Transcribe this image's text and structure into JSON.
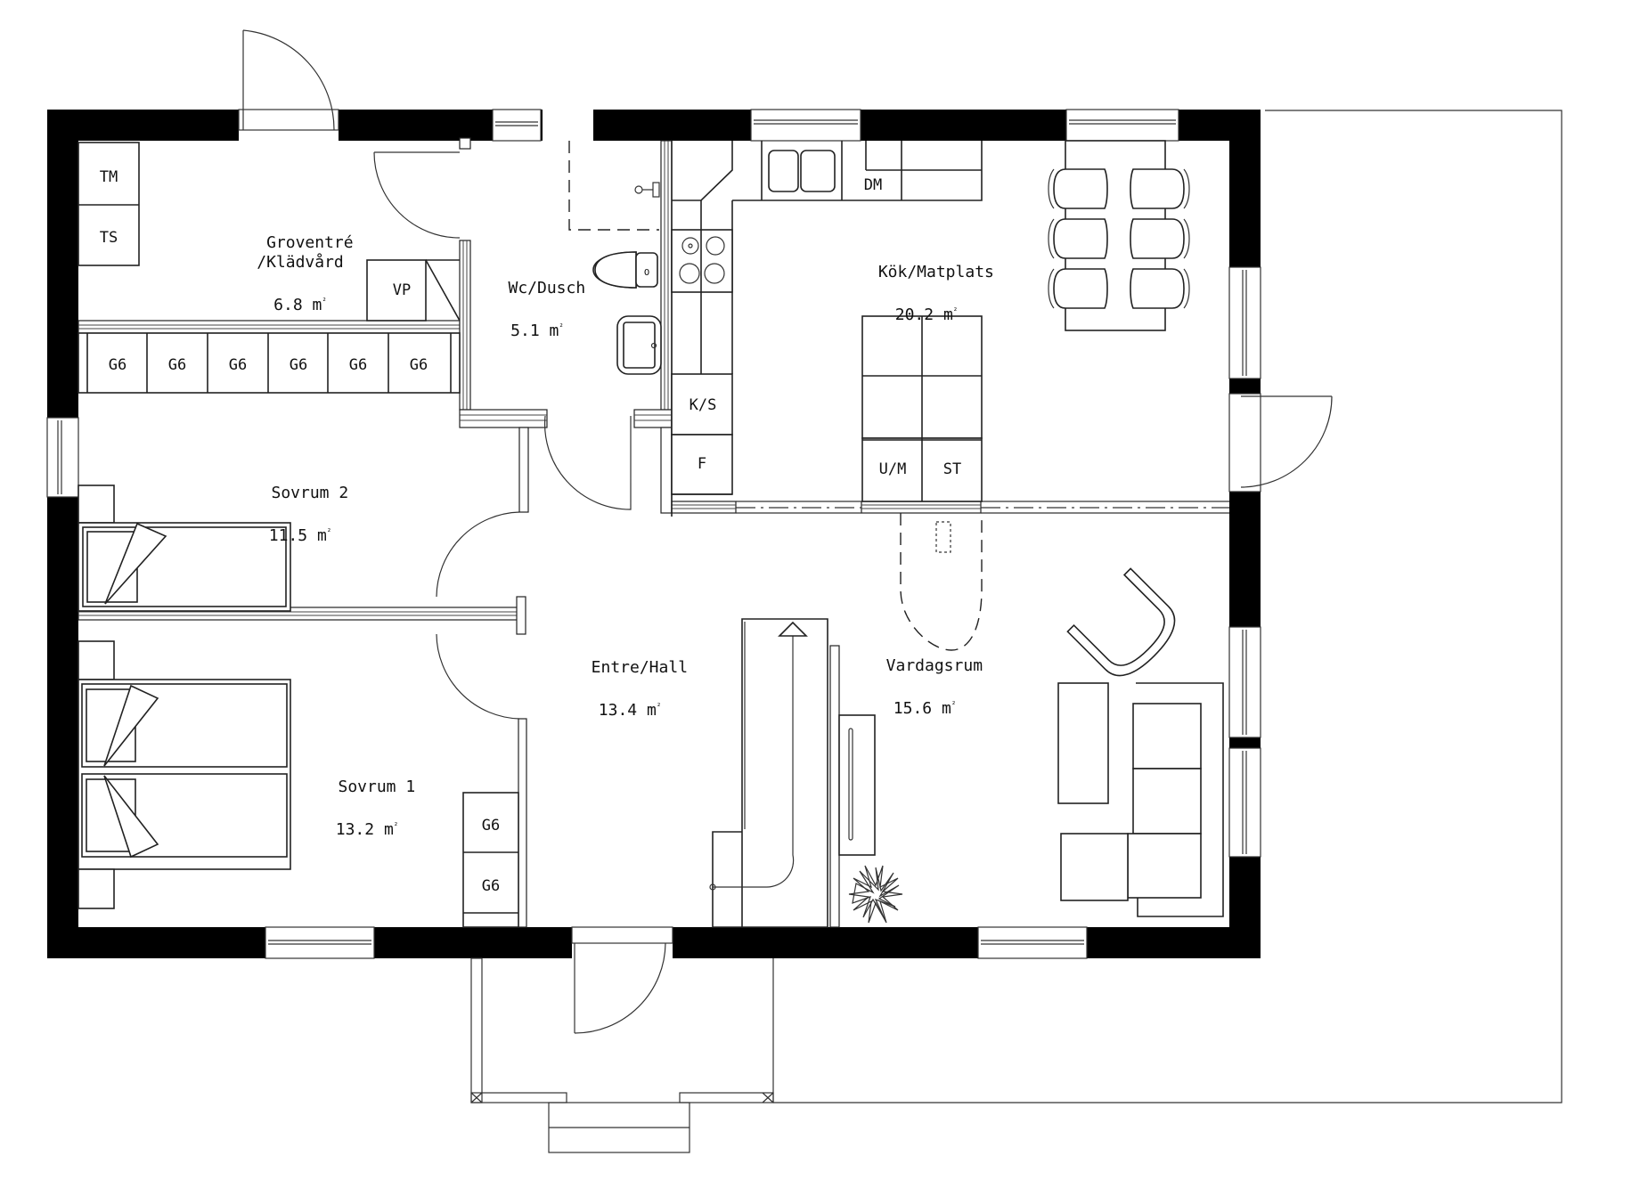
{
  "plan": {
    "type": "floor plan",
    "area_unit": "m²"
  },
  "rooms": [
    {
      "id": "groventre",
      "name": "Groventré\n/Klädvård",
      "area": "6.8",
      "unit": "m",
      "sup": "²"
    },
    {
      "id": "wc",
      "name": "Wc/Dusch",
      "area": "5.1",
      "unit": "m",
      "sup": "²"
    },
    {
      "id": "kok",
      "name": "Kök/Matplats",
      "area": "20.2",
      "unit": "m",
      "sup": "²"
    },
    {
      "id": "sovrum2",
      "name": "Sovrum 2",
      "area": "11.5",
      "unit": "m",
      "sup": "²"
    },
    {
      "id": "entre",
      "name": "Entre/Hall",
      "area": "13.4",
      "unit": "m",
      "sup": "²"
    },
    {
      "id": "vardagsrum",
      "name": "Vardagsrum",
      "area": "15.6",
      "unit": "m",
      "sup": "²"
    },
    {
      "id": "sovrum1",
      "name": "Sovrum 1",
      "area": "13.2",
      "unit": "m",
      "sup": "²"
    }
  ],
  "fixtures": {
    "tm": "TM",
    "ts": "TS",
    "vp": "VP",
    "dm": "DM",
    "ks": "K/S",
    "f": "F",
    "um": "U/M",
    "st": "ST",
    "wardrobe": "G6"
  },
  "wardrobes_groventre": [
    "G6",
    "G6",
    "G6",
    "G6",
    "G6",
    "G6"
  ],
  "wardrobes_sovrum1": [
    "G6",
    "G6"
  ],
  "icons": {
    "toilet": "toilet-icon",
    "sink": "sink-icon",
    "stove": "stove-icon",
    "bed": "bed-icon",
    "sofa": "sofa-icon",
    "armchair": "armchair-icon",
    "plant": "plant-icon",
    "fireplace": "fireplace-icon",
    "shower": "shower-icon",
    "dining_chair": "dining-chair-icon"
  }
}
